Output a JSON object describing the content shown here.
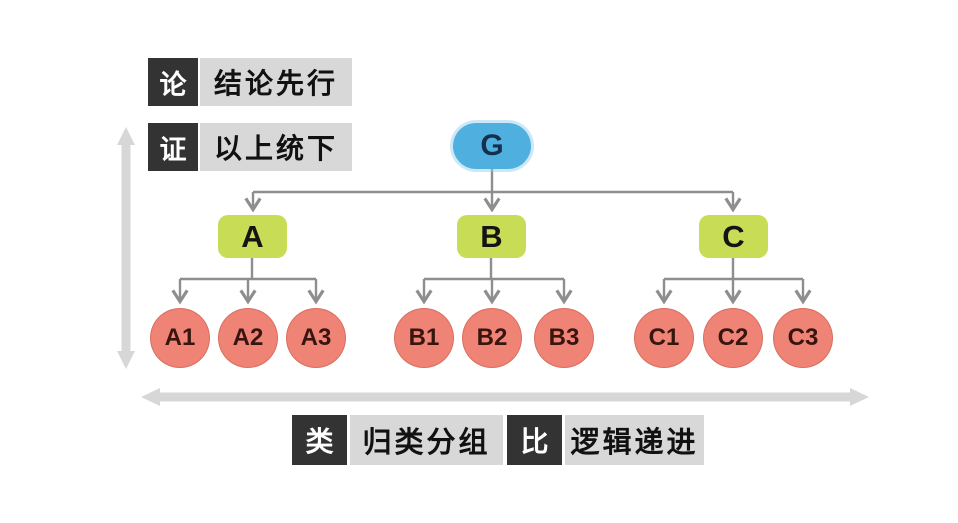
{
  "diagram_title": "pyramid-principle-structure",
  "tree": {
    "root": {
      "label": "G"
    },
    "branches": [
      {
        "label": "A",
        "children": [
          "A1",
          "A2",
          "A3"
        ]
      },
      {
        "label": "B",
        "children": [
          "B1",
          "B2",
          "B3"
        ]
      },
      {
        "label": "C",
        "children": [
          "C1",
          "C2",
          "C3"
        ]
      }
    ]
  },
  "principles": {
    "conclusion": {
      "key": "论",
      "desc": "结论先行"
    },
    "support": {
      "key": "证",
      "desc": "以上统下"
    },
    "grouping": {
      "key": "类",
      "desc": "归类分组"
    },
    "progression": {
      "key": "比",
      "desc": "逻辑递进"
    }
  },
  "colors": {
    "root_fill": "#4fb0e0",
    "root_text": "#14304c",
    "branch_fill": "#c9dc55",
    "leaf_fill": "#ee8376",
    "leaf_text": "#38150f",
    "connector_gray": "#8e8e8e",
    "axis_arrow_gray": "#d7d7d7",
    "tag_key_bg": "#333333",
    "tag_key_text": "#ffffff",
    "tag_desc_bg": "#d8d8d8",
    "tag_desc_text": "#111111",
    "background": "#ffffff"
  }
}
